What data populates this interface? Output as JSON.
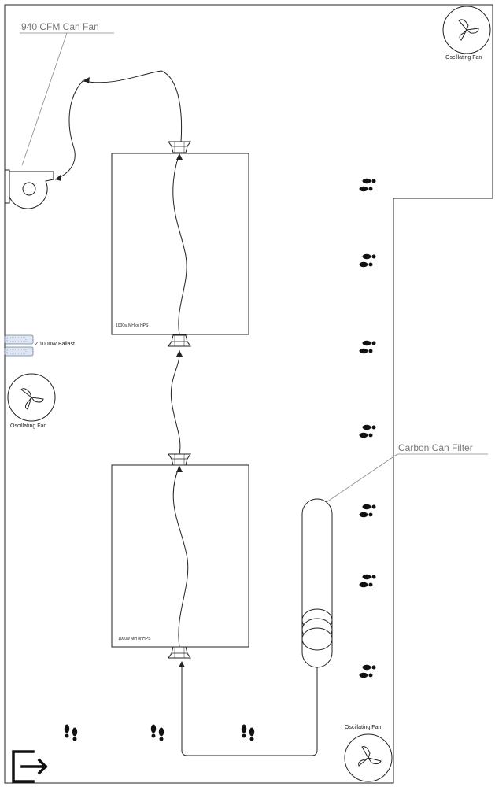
{
  "labels": {
    "can_fan": "940 CFM Can Fan",
    "carbon_filter": "Carbon Can Filter",
    "ballast": "2 1000W Ballast",
    "osc_fan_top_right": "Oscillating Fan",
    "osc_fan_left": "Oscillating Fan",
    "osc_fan_bottom": "Oscillating Fan",
    "light_top": "1000w MH or HPS",
    "light_bottom": "1000w MH or HPS"
  },
  "icons": {
    "exit": "exit-arrow-icon",
    "footprints": "footprints-icon",
    "fan": "fan-blade-icon",
    "can_fan": "centrifugal-fan-icon",
    "ballast": "ballast-icon",
    "reflector": "reflector-hood-icon"
  },
  "colors": {
    "line": "#222222",
    "callout": "#888888",
    "ballast_fill": "#dde6f2"
  }
}
